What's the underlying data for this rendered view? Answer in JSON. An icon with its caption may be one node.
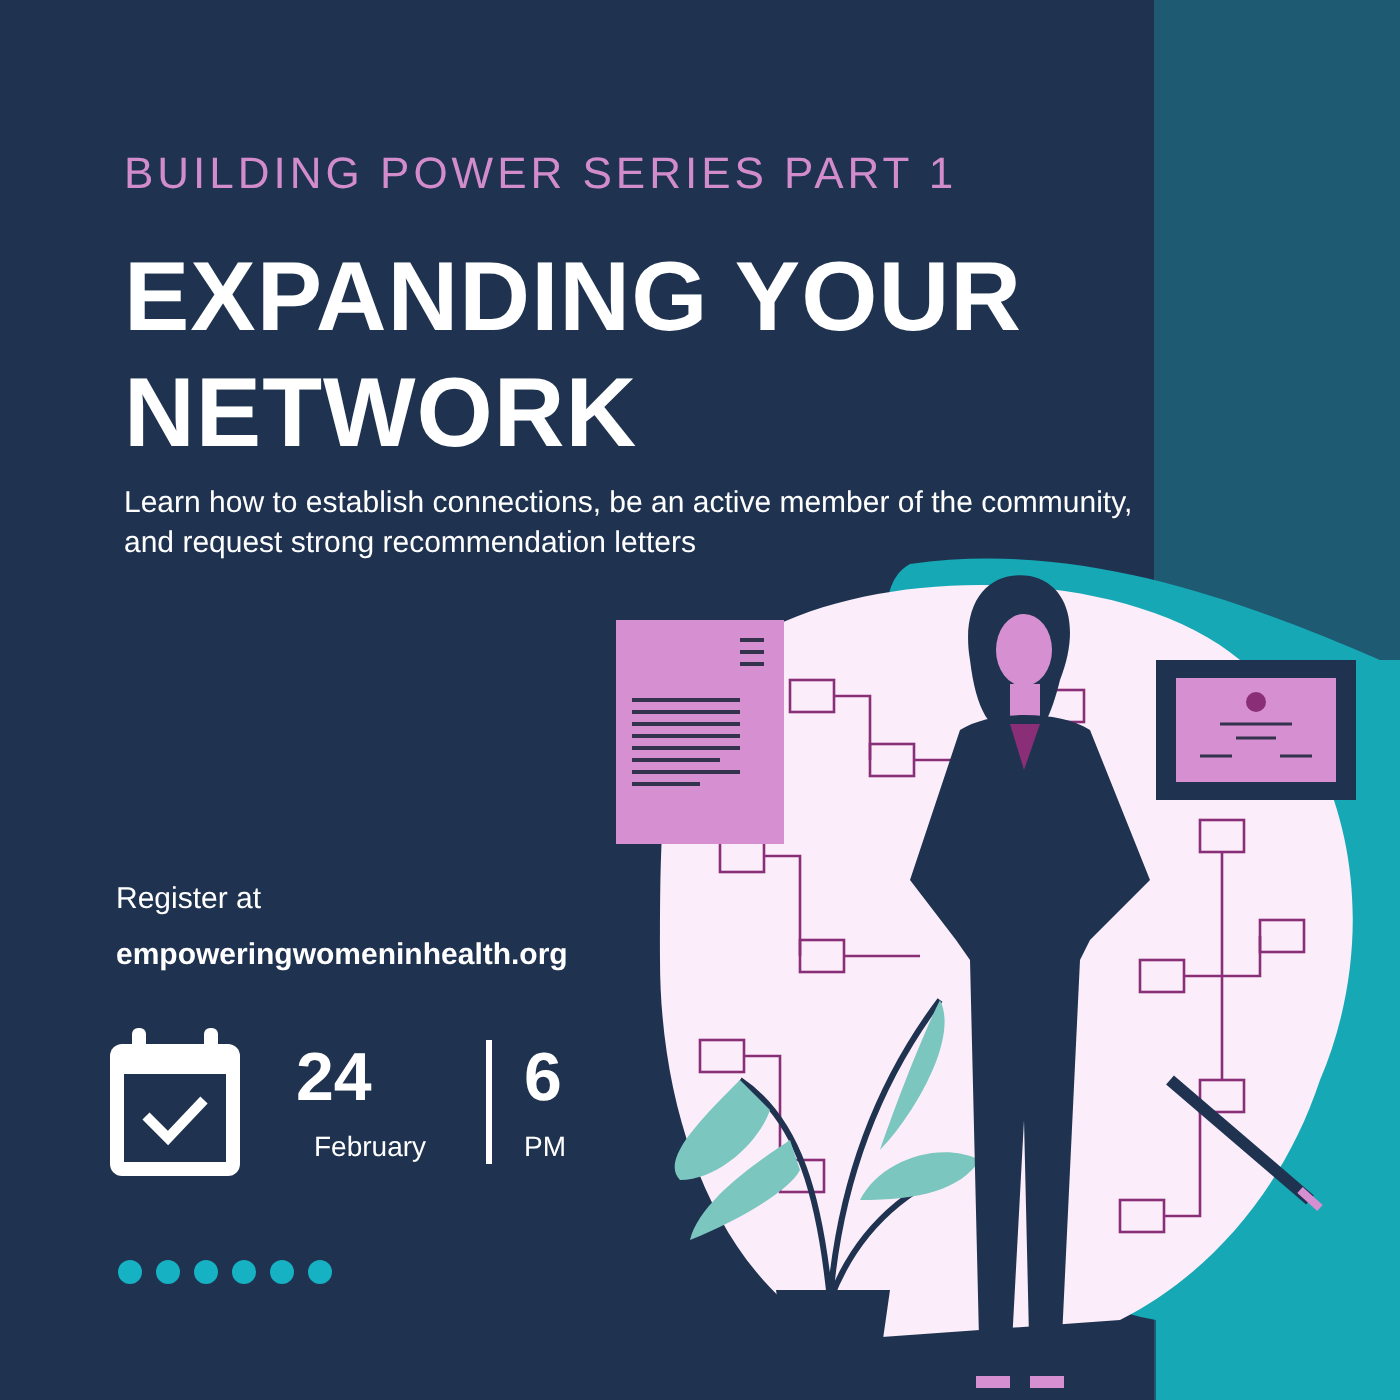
{
  "diagram": {
    "title": "EXPANDING YOUR NETWORK",
    "labels": [
      "BUILDING POWER SERIES PART 1",
      "Learn how to establish connections, be an active member of the community, and request strong recommendation letters",
      "Register at",
      "empoweringwomeninhealth.org",
      "24",
      "February",
      "6",
      "PM"
    ]
  }
}
